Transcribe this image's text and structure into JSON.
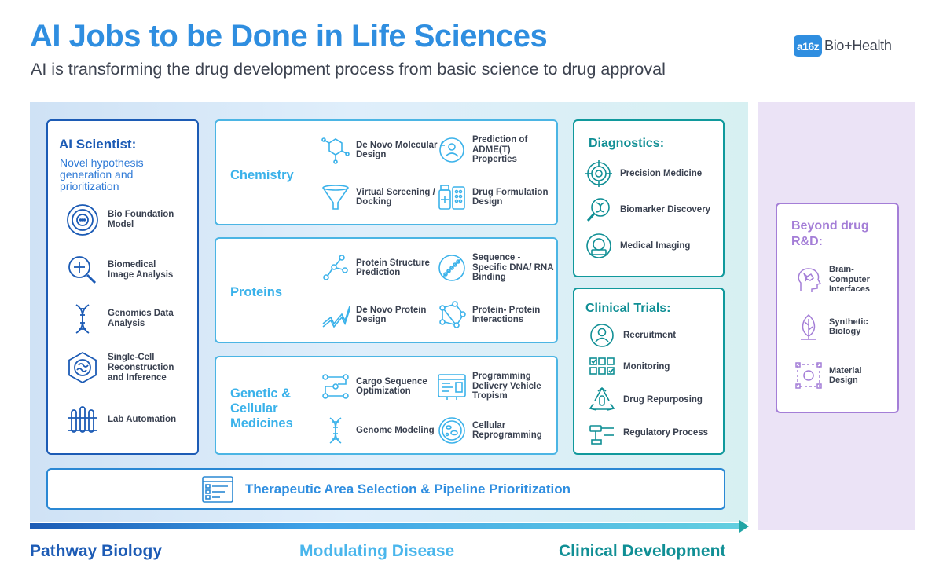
{
  "header": {
    "title": "AI Jobs to be Done in Life Sciences",
    "subtitle": "AI is transforming the drug development process from basic science to drug approval",
    "logo_badge": "a16z",
    "logo_text": "Bio+Health"
  },
  "ai_scientist": {
    "title": "AI Scientist:",
    "description": "Novel hypothesis generation and prioritization",
    "items": [
      {
        "label": "Bio Foundation Model",
        "icon": "target-circle-icon"
      },
      {
        "label": "Biomedical Image Analysis",
        "icon": "magnifier-plus-icon"
      },
      {
        "label": "Genomics Data Analysis",
        "icon": "dna-icon"
      },
      {
        "label": "Single-Cell Reconstruction and Inference",
        "icon": "cell-hexagon-icon"
      },
      {
        "label": "Lab Automation",
        "icon": "test-tube-rack-icon"
      }
    ]
  },
  "chemistry": {
    "title": "Chemistry",
    "items": [
      {
        "label": "De Novo Molecular Design",
        "icon": "molecule-hexagon-icon"
      },
      {
        "label": "Prediction of ADME(T) Properties",
        "icon": "person-cycle-icon"
      },
      {
        "label": "Virtual Screening / Docking",
        "icon": "funnel-icon"
      },
      {
        "label": "Drug Formulation Design",
        "icon": "pill-bottle-icon"
      }
    ]
  },
  "proteins": {
    "title": "Proteins",
    "items": [
      {
        "label": "Protein Structure Prediction",
        "icon": "node-graph-icon"
      },
      {
        "label": "Sequence -Specific DNA/ RNA Binding",
        "icon": "dna-circle-icon"
      },
      {
        "label": "De Novo Protein Design",
        "icon": "ribbon-icon"
      },
      {
        "label": "Protein- Protein Interactions",
        "icon": "network-icon"
      }
    ]
  },
  "genetic": {
    "title": "Genetic & Cellular Medicines",
    "items": [
      {
        "label": "Cargo Sequence Optimization",
        "icon": "flow-nodes-icon"
      },
      {
        "label": "Programming Delivery Vehicle Tropism",
        "icon": "code-window-icon"
      },
      {
        "label": "Genome Modeling",
        "icon": "dna-icon"
      },
      {
        "label": "Cellular Reprogramming",
        "icon": "petri-dish-icon"
      }
    ]
  },
  "diagnostics": {
    "title": "Diagnostics:",
    "items": [
      {
        "label": "Precision Medicine",
        "icon": "target-icon"
      },
      {
        "label": "Biomarker Discovery",
        "icon": "magnifier-dna-icon"
      },
      {
        "label": "Medical Imaging",
        "icon": "mri-scanner-icon"
      }
    ]
  },
  "clinical": {
    "title": "Clinical Trials:",
    "items": [
      {
        "label": "Recruitment",
        "icon": "person-circle-icon"
      },
      {
        "label": "Monitoring",
        "icon": "grid-check-icon"
      },
      {
        "label": "Drug Repurposing",
        "icon": "recycle-pill-icon"
      },
      {
        "label": "Regulatory Process",
        "icon": "gavel-icon"
      }
    ]
  },
  "beyond": {
    "title": "Beyond drug R&D:",
    "items": [
      {
        "label": "Brain- Computer Interfaces",
        "icon": "brain-head-icon"
      },
      {
        "label": "Synthetic Biology",
        "icon": "leaf-icon"
      },
      {
        "label": "Material Design",
        "icon": "dotted-square-icon"
      }
    ]
  },
  "therapeutic": {
    "label": "Therapeutic Area Selection & Pipeline Prioritization",
    "icon": "list-window-icon"
  },
  "phases": {
    "pathway": "Pathway Biology",
    "modulating": "Modulating Disease",
    "clinical": "Clinical Development"
  },
  "colors": {
    "title_blue": "#2f8ee0",
    "navy": "#1c5bb5",
    "sky": "#3bb2ea",
    "teal": "#108f95",
    "purple": "#a47ed7"
  }
}
